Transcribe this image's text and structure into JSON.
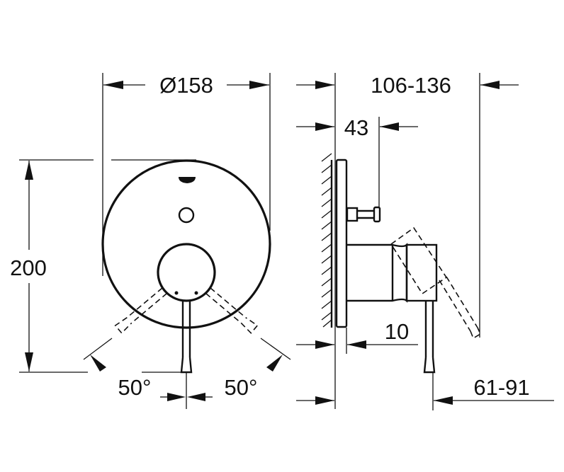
{
  "drawing": {
    "subject": "Concealed single-lever bath/shower mixer trim - dimension drawing",
    "views": [
      "front-view",
      "side-view"
    ],
    "colors": {
      "line": "#111111",
      "background": "#ffffff"
    },
    "front_view": {
      "diameter_label": "Ø158",
      "height_label": "200",
      "angle_left_label": "50°",
      "angle_right_label": "50°"
    },
    "side_view": {
      "depth_range_label": "106-136",
      "diverter_depth_label": "43",
      "plate_thickness_label": "10",
      "lever_offset_label": "61-91"
    }
  }
}
